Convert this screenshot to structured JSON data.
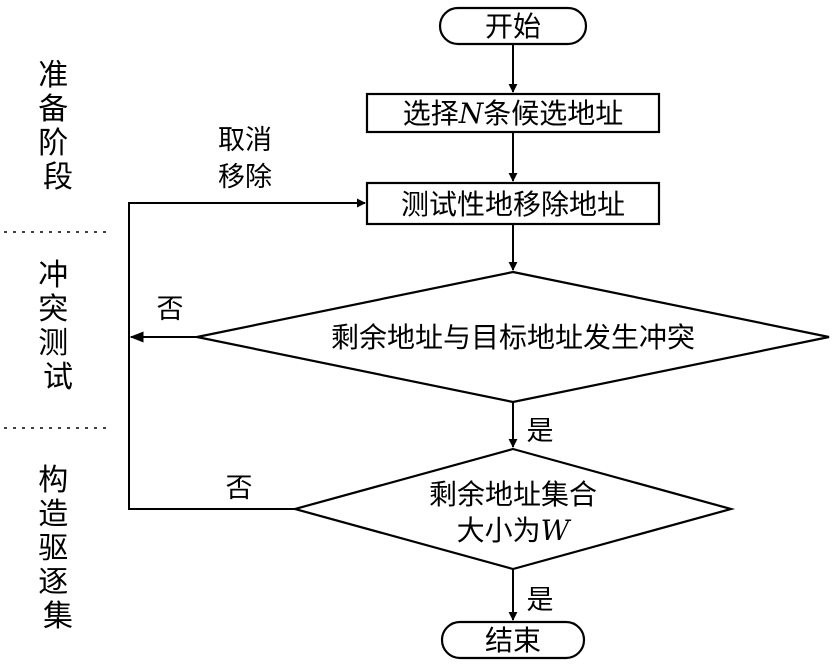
{
  "phases": {
    "prep": "准备阶段",
    "conflict": "冲突测试",
    "build": "构造驱逐集"
  },
  "nodes": {
    "start": "开始",
    "select_prefix": "选择",
    "select_var": "N",
    "select_suffix": "条候选地址",
    "remove": "测试性地移除地址",
    "decision1": "剩余地址与目标地址发生冲突",
    "decision2_line1": "剩余地址集合",
    "decision2_line2_prefix": "大小为",
    "decision2_line2_var": "W",
    "end": "结束"
  },
  "edges": {
    "cancel_line1": "取消",
    "cancel_line2": "移除",
    "no1": "否",
    "no2": "否",
    "yes1": "是",
    "yes2": "是"
  }
}
